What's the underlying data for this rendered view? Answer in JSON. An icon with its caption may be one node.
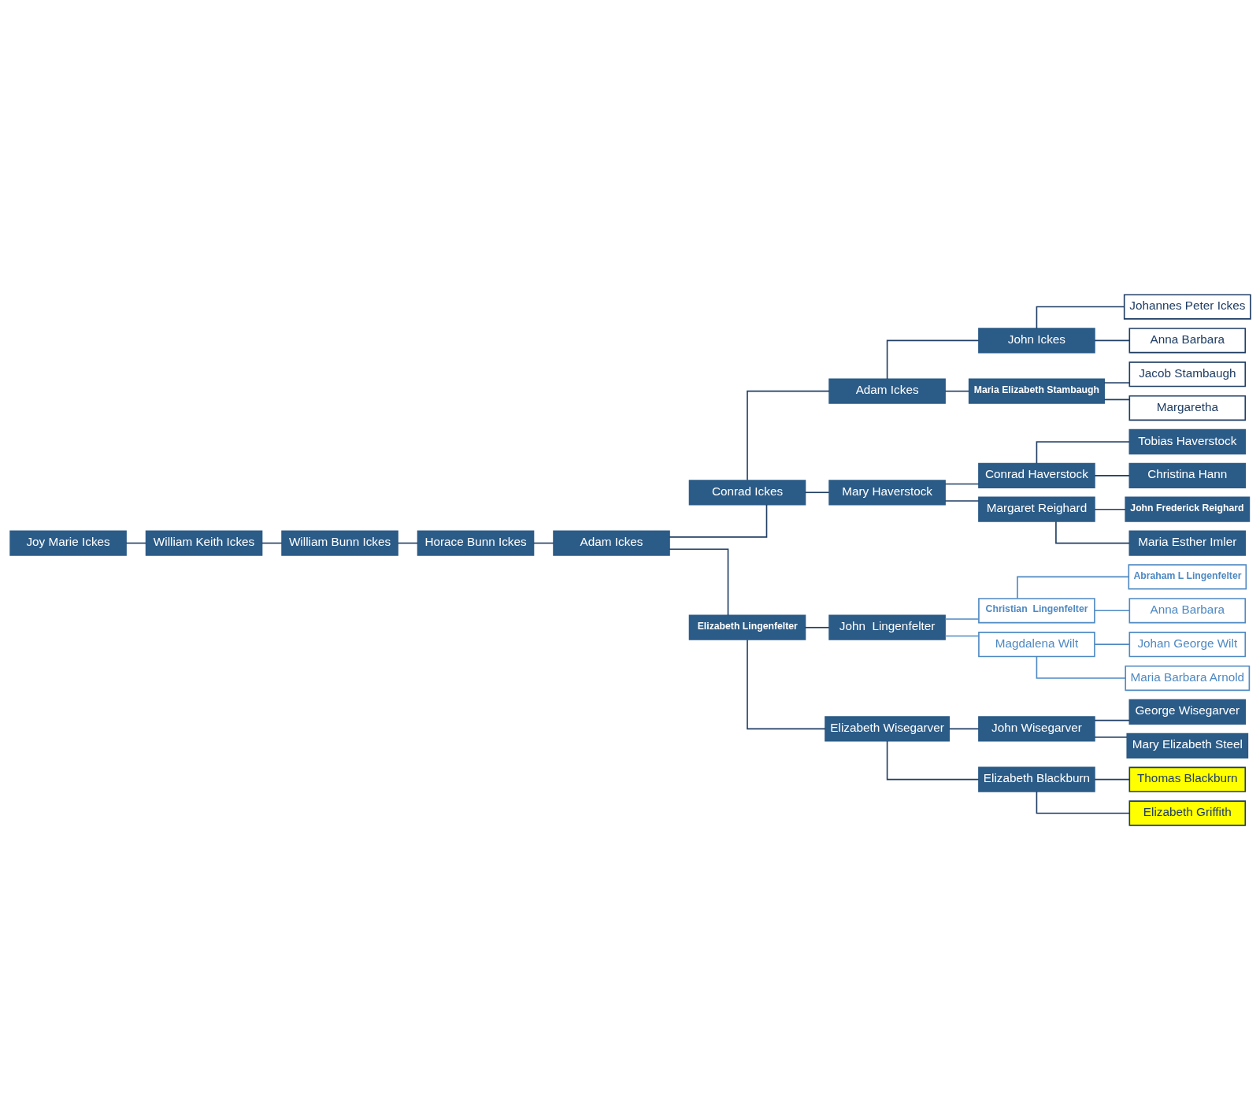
{
  "diagram": {
    "nodes": [
      {
        "text": [
          "Joy Marie Ickes"
        ]
      },
      {
        "text": [
          "William Keith Ickes"
        ]
      },
      {
        "text": [
          "William Bunn Ickes"
        ]
      },
      {
        "text": [
          "Horace Bunn Ickes"
        ]
      },
      {
        "text": [
          "Adam Ickes"
        ]
      },
      {
        "text": [
          "Conrad Ickes"
        ]
      },
      {
        "text": [
          "Elizabeth Lingenfelter"
        ]
      },
      {
        "text": [
          "Adam Ickes"
        ]
      },
      {
        "text": [
          "Mary Haverstock"
        ]
      },
      {
        "text": [
          "John  Lingenfelter"
        ]
      },
      {
        "text": [
          "Elizabeth Wisegarver"
        ]
      },
      {
        "text": [
          "John Ickes"
        ]
      },
      {
        "text": [
          "Maria Elizabeth Stambaugh"
        ]
      },
      {
        "text": [
          "Conrad Haverstock"
        ]
      },
      {
        "text": [
          "Margaret Reighard"
        ]
      },
      {
        "text": [
          "Christian  Lingenfelter"
        ]
      },
      {
        "text": [
          "Magdalena Wilt"
        ]
      },
      {
        "text": [
          "John Wisegarver"
        ]
      },
      {
        "text": [
          "Elizabeth Blackburn"
        ]
      },
      {
        "text": [
          "Johannes Peter Ickes"
        ]
      },
      {
        "text": [
          "Anna Barbara"
        ]
      },
      {
        "text": [
          "Jacob Stambaugh"
        ]
      },
      {
        "text": [
          "Margaretha"
        ]
      },
      {
        "text": [
          "Tobias Haverstock"
        ]
      },
      {
        "text": [
          "Christina Hann"
        ]
      },
      {
        "text": [
          "John Frederick Reighard"
        ]
      },
      {
        "text": [
          "Maria Esther Imler"
        ]
      },
      {
        "text": [
          "Abraham L Lingenfelter"
        ]
      },
      {
        "text": [
          "Anna Barbara"
        ]
      },
      {
        "text": [
          "Johan George Wilt"
        ]
      },
      {
        "text": [
          "Maria Barbara Arnold"
        ]
      },
      {
        "text": [
          "George Wisegarver"
        ]
      },
      {
        "text": [
          "Mary Elizabeth Steel"
        ]
      },
      {
        "text": [
          "Thomas Blackburn"
        ]
      },
      {
        "text": [
          "Elizabeth Griffith"
        ]
      }
    ],
    "edges": [
      {
        "from": 0,
        "to": 1,
        "arrow": "none"
      },
      {
        "from": 1,
        "to": 2,
        "arrow": "none"
      },
      {
        "from": 2,
        "to": 3,
        "arrow": "none"
      },
      {
        "from": 3,
        "to": 4,
        "arrow": "none"
      },
      {
        "from": 4,
        "to": 5,
        "arrow": "none"
      },
      {
        "from": 4,
        "to": 6,
        "arrow": "none"
      },
      {
        "from": 5,
        "to": 7,
        "arrow": "none"
      },
      {
        "from": 5,
        "to": 8,
        "arrow": "none"
      },
      {
        "from": 6,
        "to": 9,
        "arrow": "none"
      },
      {
        "from": 6,
        "to": 10,
        "arrow": "none"
      },
      {
        "from": 7,
        "to": 11,
        "arrow": "none"
      },
      {
        "from": 7,
        "to": 12,
        "arrow": "none"
      },
      {
        "from": 8,
        "to": 13,
        "arrow": "none"
      },
      {
        "from": 8,
        "to": 14,
        "arrow": "none"
      },
      {
        "from": 9,
        "to": 15,
        "arrow": "none",
        "color": "#4f89c2"
      },
      {
        "from": 9,
        "to": 16,
        "arrow": "none",
        "color": "#4f89c2"
      },
      {
        "from": 10,
        "to": 17,
        "arrow": "none"
      },
      {
        "from": 10,
        "to": 18,
        "arrow": "none"
      },
      {
        "from": 11,
        "to": 19,
        "arrow": "none"
      },
      {
        "from": 11,
        "to": 20,
        "arrow": "none"
      },
      {
        "from": 12,
        "to": 21,
        "arrow": "none"
      },
      {
        "from": 12,
        "to": 22,
        "arrow": "none"
      },
      {
        "from": 13,
        "to": 23,
        "arrow": "none"
      },
      {
        "from": 13,
        "to": 24,
        "arrow": "none"
      },
      {
        "from": 14,
        "to": 25,
        "arrow": "none"
      },
      {
        "from": 14,
        "to": 26,
        "arrow": "none"
      },
      {
        "from": 15,
        "to": 27,
        "arrow": "none",
        "color": "#4f89c2"
      },
      {
        "from": 15,
        "to": 28,
        "arrow": "none",
        "color": "#4f89c2"
      },
      {
        "from": 16,
        "to": 29,
        "arrow": "none",
        "color": "#4f89c2"
      },
      {
        "from": 16,
        "to": 30,
        "arrow": "none",
        "color": "#4f89c2"
      },
      {
        "from": 17,
        "to": 31,
        "arrow": "none"
      },
      {
        "from": 17,
        "to": 32,
        "arrow": "none"
      },
      {
        "from": 18,
        "to": 33,
        "arrow": "none"
      },
      {
        "from": 18,
        "to": 34,
        "arrow": "none"
      }
    ]
  }
}
